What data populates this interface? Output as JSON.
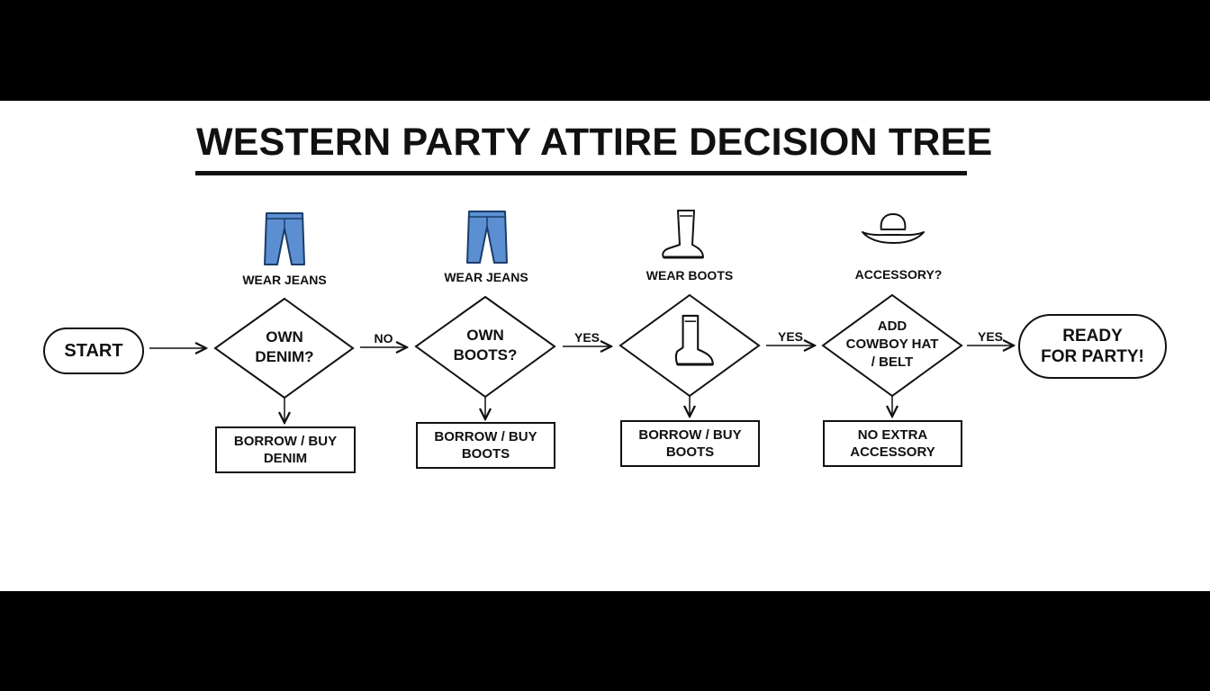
{
  "title": "WESTERN PARTY ATTIRE DECISION TREE",
  "nodes": {
    "start": "START",
    "q1": "OWN\nDENIM?",
    "q2": "OWN\nBOOTS?",
    "q3": "",
    "q4": "ADD\nCOWBOY HAT\n/ BELT",
    "end": "READY\nFOR PARTY!"
  },
  "top_labels": {
    "l1": "WEAR JEANS",
    "l2": "WEAR JEANS",
    "l3": "WEAR BOOTS",
    "l4": "ACCESSORY?"
  },
  "edge_labels": {
    "e1": "NO",
    "e2": "YES",
    "e3": "YES",
    "e4": "YES"
  },
  "boxes": {
    "b1": "BORROW / BUY\nDENIM",
    "b2": "BORROW / BUY\nBOOTS",
    "b3": "BORROW / BUY\nBOOTS",
    "b4": "NO EXTRA\nACCESSORY"
  },
  "icons": {
    "i1": "jeans-icon",
    "i2": "jeans-icon",
    "i3": "cowboy-boot-icon",
    "i4": "cowboy-hat-icon",
    "i5": "cowboy-boot-icon"
  },
  "colors": {
    "jeans": "#5b8fd1",
    "ink": "#111111"
  }
}
